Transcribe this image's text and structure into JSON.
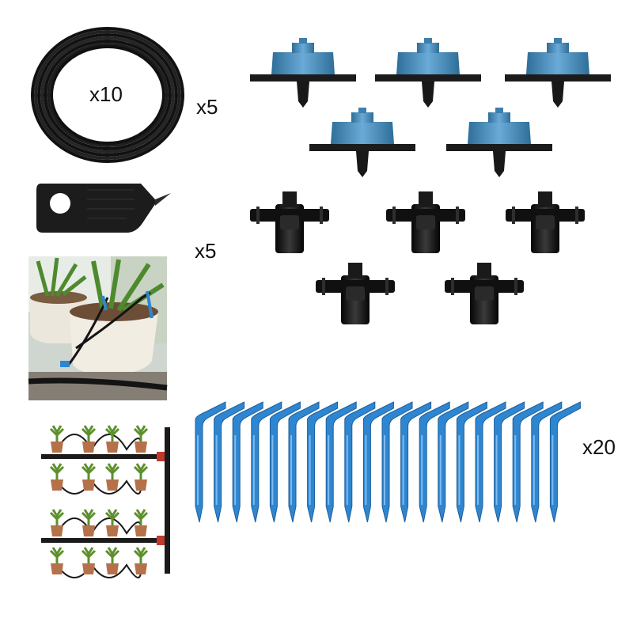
{
  "labels": {
    "hose_length": "x10",
    "hose_qty": "x5",
    "connector_qty": "x5",
    "stake_qty": "x20"
  },
  "colors": {
    "hose": "#111111",
    "dripper_blue": "#4a8fc0",
    "dripper_black": "#151515",
    "stake_blue": "#2f86d0",
    "pipe": "#1a1a1a",
    "pot": "#b5714a",
    "leaf": "#5d8f2d"
  },
  "icons": {
    "hose": "coiled-hose-icon",
    "punch": "hole-punch-tool-icon",
    "dripper": "adjustable-dripper-icon",
    "connector": "four-way-connector-icon",
    "stake": "drip-arrow-stake-icon"
  }
}
